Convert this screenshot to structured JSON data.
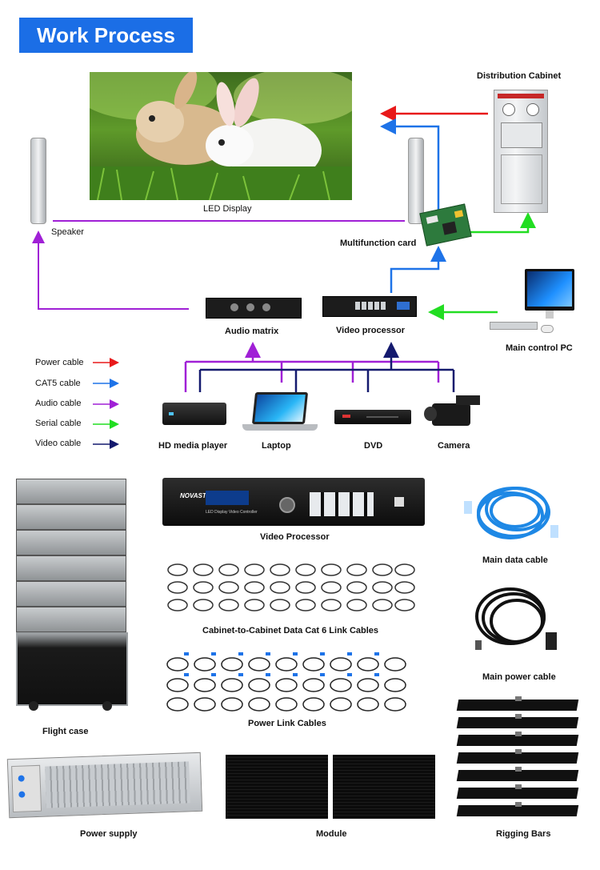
{
  "title": "Work Process",
  "labels": {
    "distribution_cabinet": "Distribution Cabinet",
    "led_display": "LED Display",
    "speaker": "Speaker",
    "multifunction_card": "Multifunction card",
    "audio_matrix": "Audio matrix",
    "video_processor": "Video processor",
    "main_control_pc": "Main control PC",
    "hd_media_player": "HD media player",
    "laptop": "Laptop",
    "dvd": "DVD",
    "camera": "Camera"
  },
  "legend": [
    {
      "label": "Power cable",
      "color": "#e8191a"
    },
    {
      "label": "CAT5 cable",
      "color": "#1e73e8"
    },
    {
      "label": "Audio cable",
      "color": "#a020d6"
    },
    {
      "label": "Serial cable",
      "color": "#22dd22"
    },
    {
      "label": "Video cable",
      "color": "#141a6e"
    }
  ],
  "products": {
    "video_processor": "Video Processor",
    "data_cables": "Cabinet-to-Cabinet Data Cat 6 Link Cables",
    "power_cables": "Power Link Cables",
    "flight_case": "Flight case",
    "main_data_cable": "Main data cable",
    "main_power_cable": "Main power cable",
    "power_supply": "Power supply",
    "module": "Module",
    "rigging_bars": "Rigging Bars"
  },
  "processor_panel": {
    "brand": "NOVASTAR",
    "subtitle": "LED Display Video Controller"
  },
  "colors": {
    "accent": "#1b6ee6",
    "power": "#e8191a",
    "cat5": "#1e73e8",
    "audio": "#a020d6",
    "serial": "#22dd22",
    "video": "#141a6e"
  }
}
